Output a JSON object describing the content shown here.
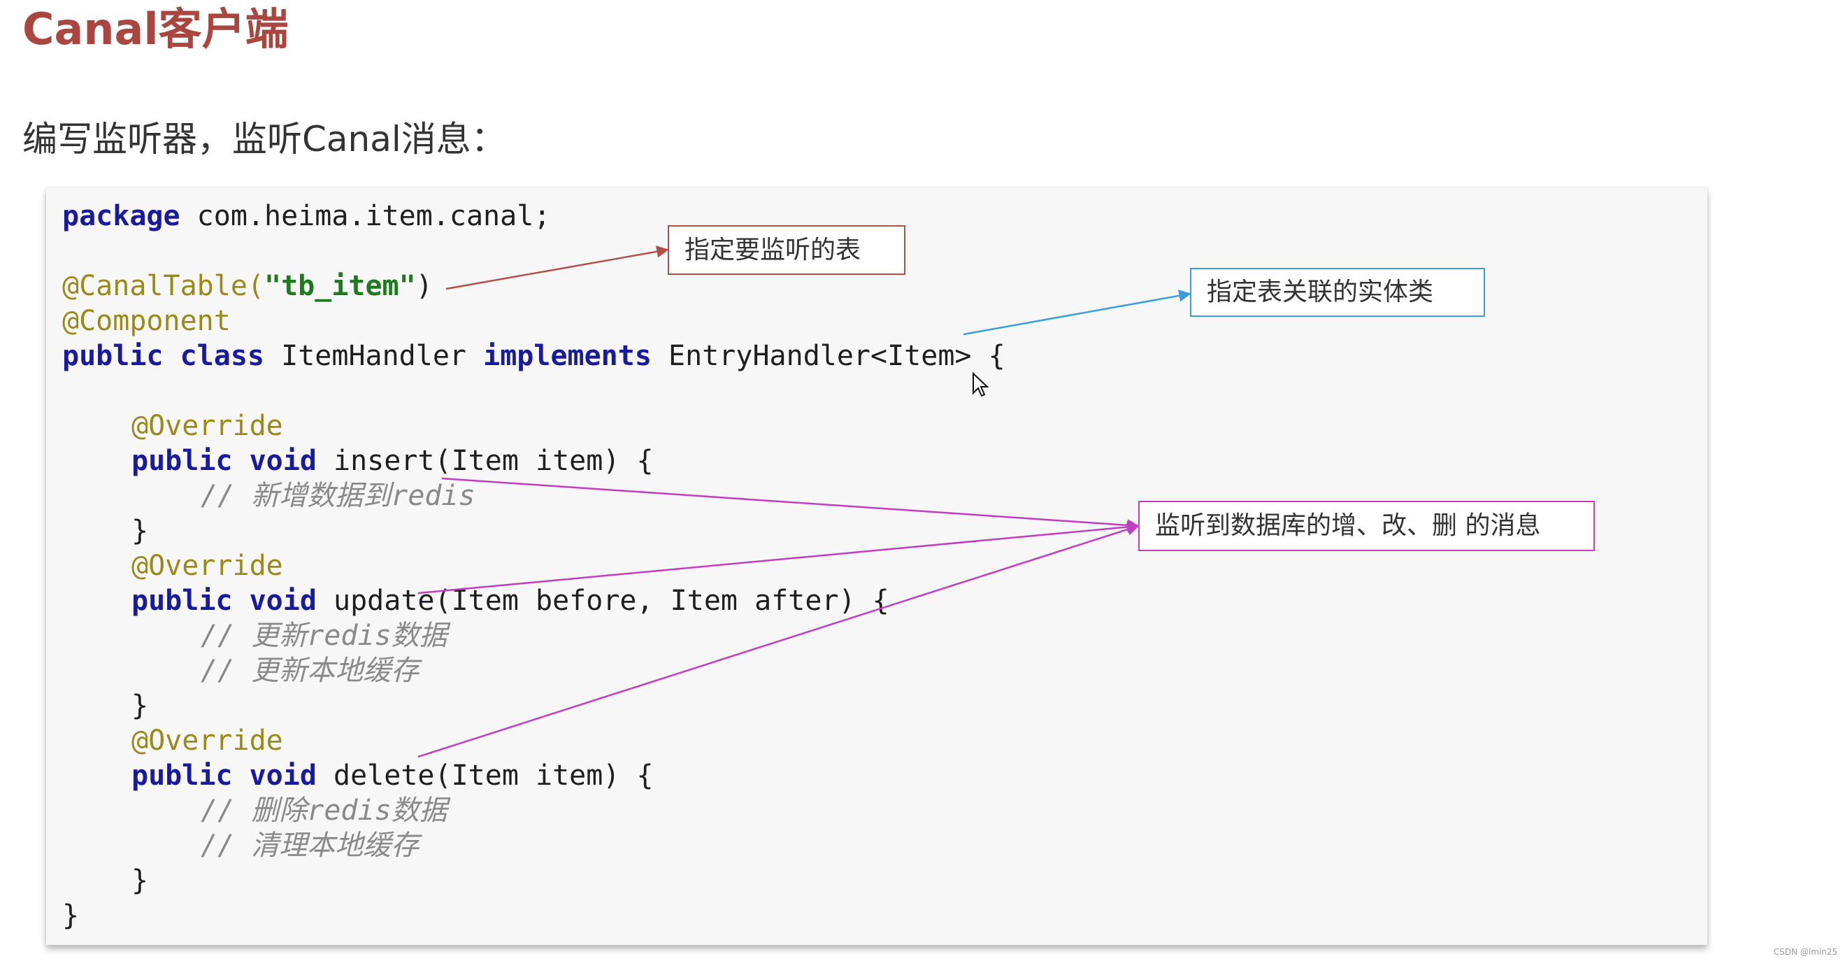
{
  "slide": {
    "title": "Canal客户端",
    "subtitle": "编写监听器，监听Canal消息："
  },
  "code": {
    "package_kw": "package",
    "package_name": " com.heima.item.canal;",
    "canal_table_ann": "@CanalTable(",
    "canal_table_arg": "\"tb_item\"",
    "canal_table_close": ")",
    "component_ann": "@Component",
    "kw_public": "public",
    "kw_class": "class",
    "class_name": "ItemHandler",
    "kw_implements": "implements",
    "interface_decl": "EntryHandler<Item> {",
    "override": "@Override",
    "kw_void": "void",
    "insert_sig": "insert(Item item) {",
    "insert_comment": "// 新增数据到redis",
    "update_sig": "update(Item before, Item after) {",
    "update_comment_1": "// 更新redis数据",
    "update_comment_2": "// 更新本地缓存",
    "delete_sig": "delete(Item item) {",
    "delete_comment_1": "// 删除redis数据",
    "delete_comment_2": "// 清理本地缓存",
    "close_brace": "}"
  },
  "callouts": {
    "table": "指定要监听的表",
    "entity": "指定表关联的实体类",
    "events": "监听到数据库的增、改、删 的消息"
  },
  "colors": {
    "title": "#a8463f",
    "keyword": "#1a1a9c",
    "annotation": "#9b8a1a",
    "string": "#1f7a1f",
    "comment": "#8a8a8a",
    "callout_red": "#b0504a",
    "callout_blue": "#3c9ed8",
    "callout_magenta": "#c03ec0"
  },
  "watermark": "CSDN @lmin25"
}
